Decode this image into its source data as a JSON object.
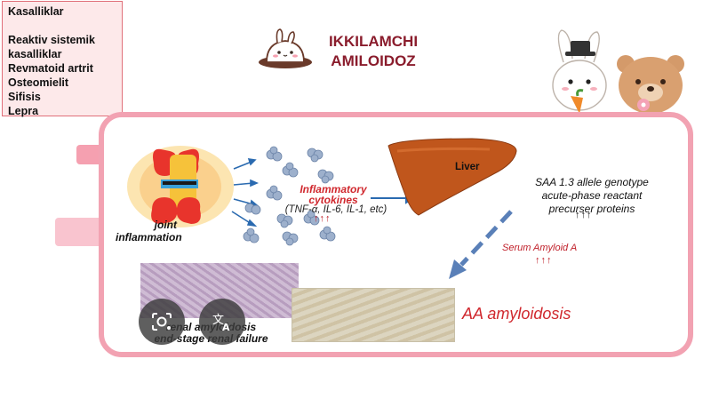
{
  "list_box": {
    "heading": "Kasalliklar",
    "items": [
      "Reaktiv sistemik",
      "kasalliklar",
      "Revmatoid artrit",
      "Osteomielit",
      "Sifisis",
      "Lepra"
    ]
  },
  "title": {
    "line1": "IKKILAMCHI",
    "line2": "AMILOIDOZ"
  },
  "diagram": {
    "joint_label_1": "joint",
    "joint_label_2": "inflammation",
    "cytokine_label_1": "Inflammatory",
    "cytokine_label_2": "cytokines",
    "cytokine_list": "(TNF-α, IL-6, IL-1, etc)",
    "cytokine_arrows": "↑↑↑",
    "liver_label": "Liver",
    "saa_line1": "SAA 1.3 allele genotype",
    "saa_line2": "acute-phase reactant",
    "saa_line3": "precurser proteins",
    "saa_arrows": "↑↑↑",
    "serum_label": "Serum Amyloid A",
    "serum_arrows": "↑↑↑",
    "aa_label": "AA amyloidosis",
    "renal_line1": "renal amyloidosis",
    "renal_line2": "end-stage renal failure"
  },
  "colors": {
    "title": "#8a1c2c",
    "frame_border": "#f2a2b2",
    "accent_red": "#d0282e",
    "liver": "#c0561c"
  },
  "overlay_buttons": {
    "lens_icon": "lens-camera-icon",
    "translate_icon": "translate-icon"
  }
}
